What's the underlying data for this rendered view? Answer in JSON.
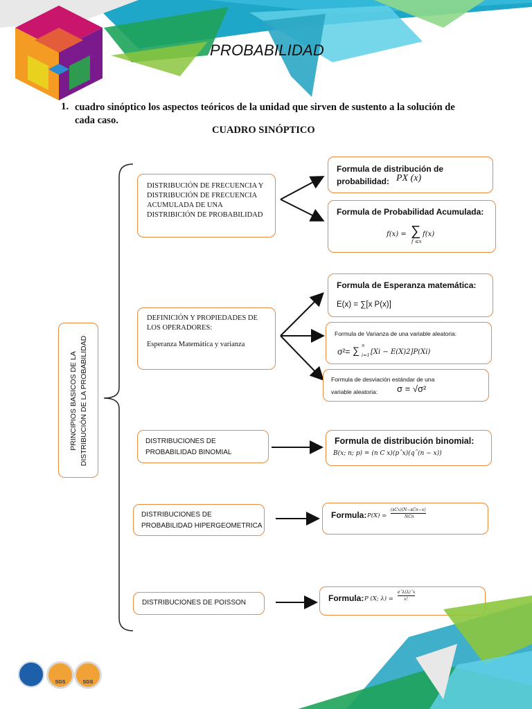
{
  "header": {
    "title": "PROBABILIDAD"
  },
  "question": {
    "number": "1.",
    "text": "cuadro sinóptico los aspectos teóricos de la unidad que sirven de sustento a la solución de cada caso."
  },
  "section_title": "CUADRO SINÓPTICO",
  "root_label": "PRINCIPIOS BASICOS DE LA DISTRIBUCIÓN DE LA PROBABILIDAD",
  "topics": {
    "frecuencia": "DISTRIBUCIÓN DE FRECUENCIA Y DISTRIBUCIÓN DE FRECUENCIA ACUMULADA DE UNA DISTRIBICIÓN DE PROBABILIDAD",
    "operadores_title": "DEFINICIÓN Y PROPIEDADES DE LOS OPERADORES:",
    "operadores_sub": "Esperanza Matemática y varianza",
    "binomial": "DISTRIBUCIONES DE PROBABILIDAD BINOMIAL",
    "hiper": "DISTRIBUCIONES DE PROBABILIDAD HIPERGEOMETRICA",
    "poisson": "DISTRIBUCIONES DE POISSON"
  },
  "formulas": {
    "dist_prob_title": "Formula de distribución de",
    "dist_prob_title2": "probabilidad:",
    "dist_prob_expr": "PX (x)",
    "acum_title": "Formula de Probabilidad Acumulada:",
    "acum_expr_lhs": "f(x) =",
    "acum_sum": "∑",
    "acum_sub": "f ≤x",
    "acum_expr_rhs": "f(x)",
    "esperanza_title": "Formula de Esperanza matemática:",
    "esperanza_expr": "E(x) = ∑[x P(x)]",
    "varianza_title": "Formula de Varianza de una variable aleatoria:",
    "varianza_lhs": "σ²=",
    "varianza_sum": "∑",
    "varianza_limits_top": "n",
    "varianza_limits_bottom": "i=1",
    "varianza_rhs": "[Xi − E(X)2]P(Xi)",
    "desv_title": "Formula de desviación estándar de una",
    "desv_title2": "variable aleatoria:",
    "desv_expr": "σ = √σ²",
    "binomial_title": "Formula de distribución binomial:",
    "binomial_expr": "B(x; n; p) = (n C x)(pˆx)(qˆ(n − x))",
    "hiper_label": "Formula:",
    "hiper_lhs": "P(X) =",
    "hiper_num": "(sCx)(N−sCn−x)",
    "hiper_den": "NCn",
    "poisson_label": "Formula:",
    "poisson_lhs": "P (X; λ) =",
    "poisson_num": "eˆλ(λ)ˆx",
    "poisson_den": "x!"
  },
  "footer": {
    "badge1": "SGS",
    "badge2": "SGS"
  }
}
